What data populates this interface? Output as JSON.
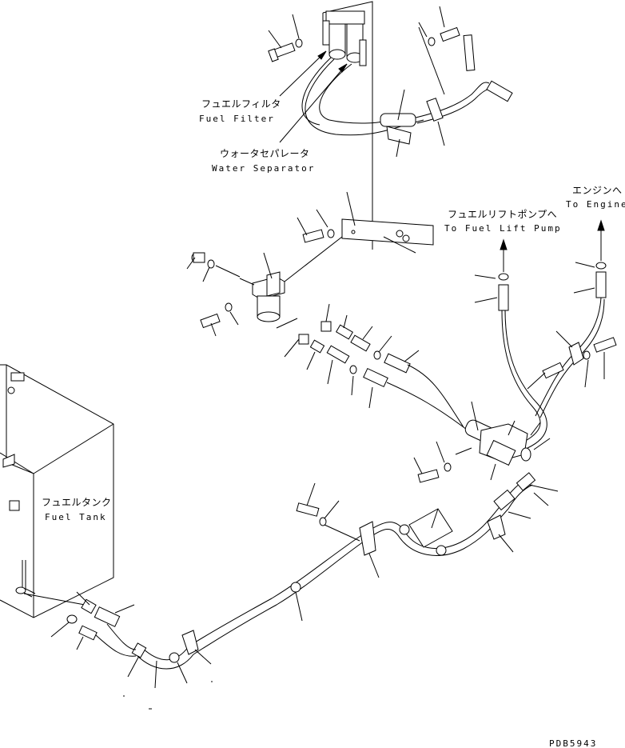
{
  "labels": {
    "fuel_filter_jp": "フュエルフィルタ",
    "fuel_filter_en": "Fuel Filter",
    "water_separator_jp": "ウォータセパレータ",
    "water_separator_en": "Water Separator",
    "lift_pump_jp": "フュエルリフトポンプへ",
    "lift_pump_en": "To Fuel Lift Pump",
    "engine_jp": "エンジンへ",
    "engine_en": "To Engine",
    "fuel_tank_jp": "フュエルタンク",
    "fuel_tank_en": "Fuel Tank",
    "drawing_number": "PDB5943"
  }
}
